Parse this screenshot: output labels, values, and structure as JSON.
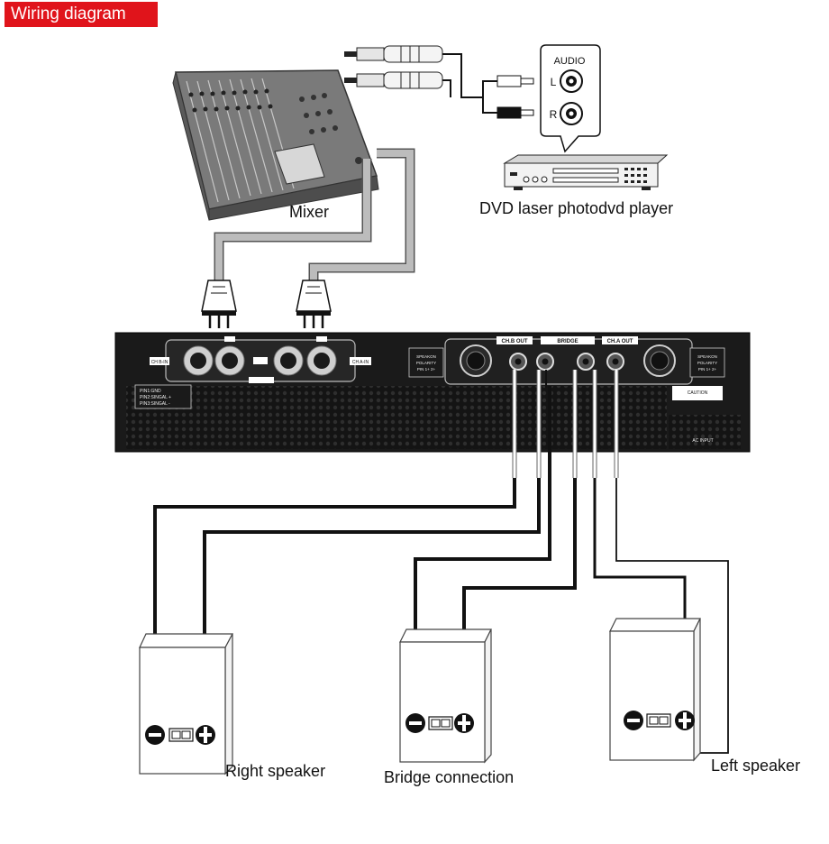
{
  "title": "Wiring diagram",
  "labels": {
    "mixer": "Mixer",
    "dvd": "DVD laser photodvd player",
    "right_speaker": "Right speaker",
    "bridge": "Bridge connection",
    "left_speaker": "Left speaker"
  },
  "audio_panel": {
    "title": "AUDIO",
    "left": "L",
    "right": "R"
  },
  "amplifier": {
    "ch_b_in": "CH B-IN",
    "ch_a_in": "CH A-IN",
    "ch_b_out": "CH.B OUT",
    "bridge": "BRIDGE",
    "ch_a_out": "CH.A OUT",
    "pins": [
      "PIN1:GND",
      "PIN2:SINGAL +",
      "PIN3:SINGAL -"
    ],
    "polarity_title": "SPEAKON",
    "polarity_sub": "POLARITY",
    "polarity_pins": "PIN 1+ 2+",
    "caution": "CAUTION",
    "ac_input": "AC INPUT"
  },
  "colors": {
    "title_bg": "#e0141b",
    "amp_body": "#1a1a1a",
    "cable_grey": "#b4b4b4",
    "wire": "#111111"
  }
}
